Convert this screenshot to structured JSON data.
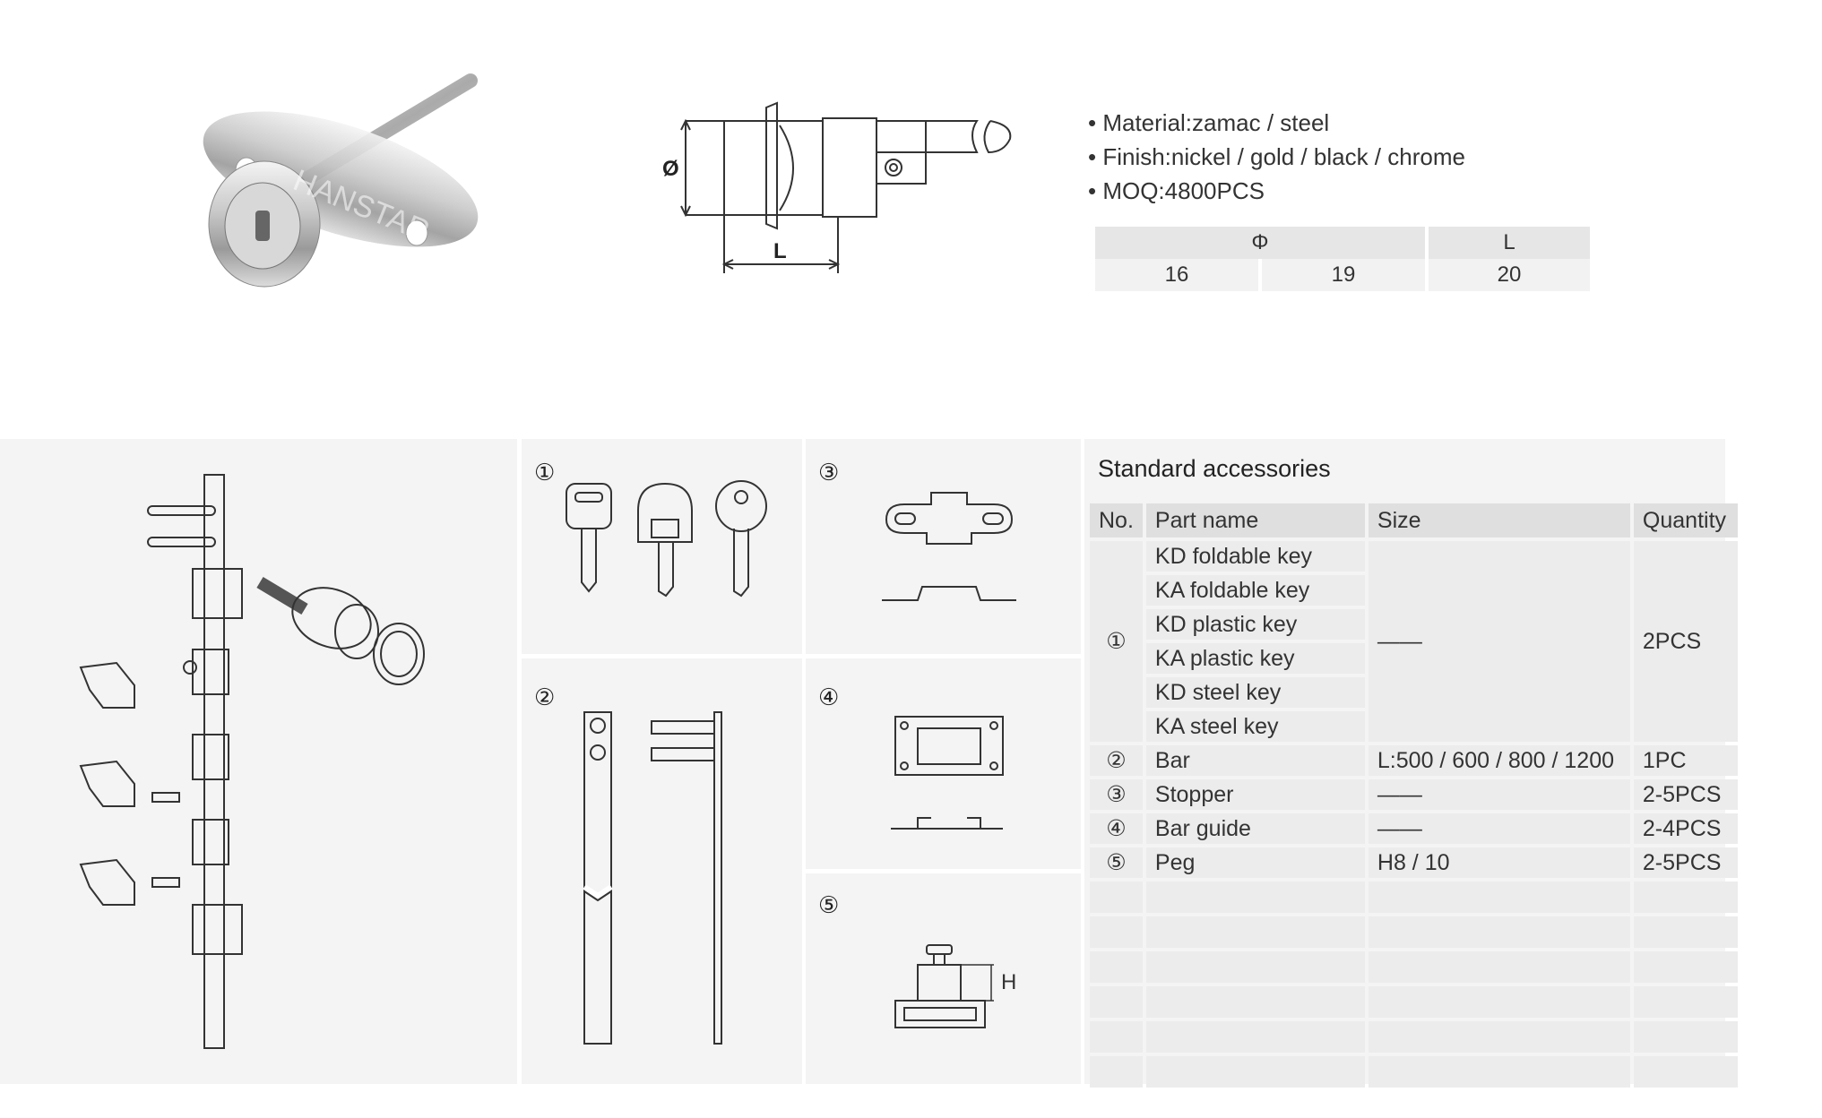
{
  "product": {
    "watermark": "HANSTAR"
  },
  "drawing": {
    "dim_diameter": "Ø",
    "dim_length": "L"
  },
  "specs": [
    "• Material:zamac / steel",
    "• Finish:nickel / gold / black / chrome",
    "• MOQ:4800PCS"
  ],
  "dim_table": {
    "headers": [
      "Φ",
      "L"
    ],
    "values": [
      "16",
      "19",
      "20"
    ]
  },
  "circled": {
    "n1": "①",
    "n2": "②",
    "n3": "③",
    "n4": "④",
    "n5": "⑤"
  },
  "peg_dim": "H",
  "accessories": {
    "title": "Standard accessories",
    "headers": [
      "No.",
      "Part name",
      "Size",
      "Quantity"
    ],
    "group1": {
      "no": "①",
      "parts": [
        "KD foldable key",
        "KA foldable key",
        "KD plastic key",
        "KA plastic key",
        "KD steel key",
        "KA steel key"
      ],
      "size": "——",
      "quantity": "2PCS"
    },
    "rows": [
      {
        "no": "②",
        "name": "Bar",
        "size": "L:500 / 600 / 800 / 1200",
        "quantity": "1PC"
      },
      {
        "no": "③",
        "name": "Stopper",
        "size": "——",
        "quantity": "2-5PCS"
      },
      {
        "no": "④",
        "name": "Bar guide",
        "size": "——",
        "quantity": "2-4PCS"
      },
      {
        "no": "⑤",
        "name": "Peg",
        "size": "H8 / 10",
        "quantity": "2-5PCS"
      }
    ]
  }
}
